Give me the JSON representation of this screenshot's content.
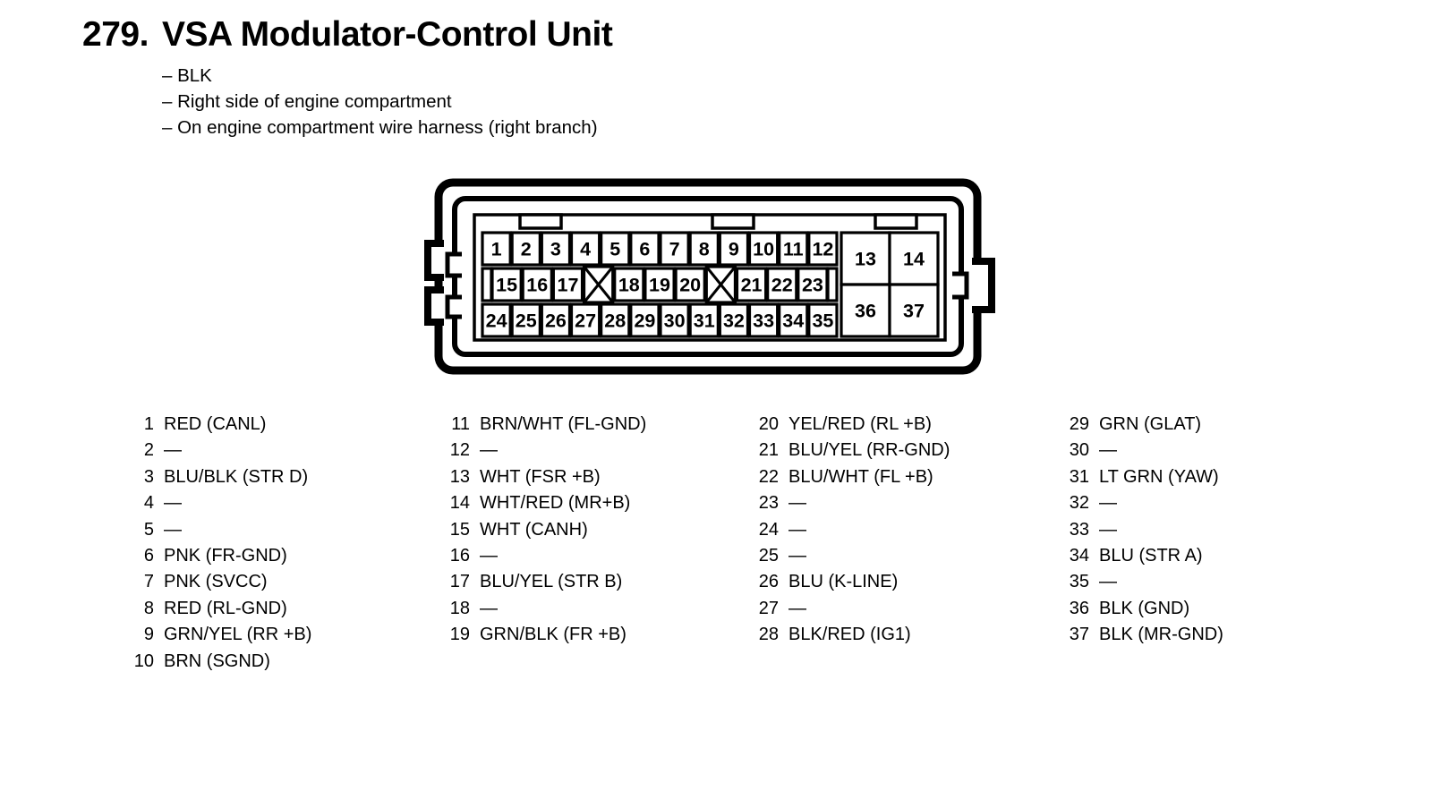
{
  "page": {
    "number": "279.",
    "title": "VSA Modulator-Control Unit",
    "notes": [
      "– BLK",
      "– Right side of engine compartment",
      "– On engine compartment wire harness (right branch)"
    ]
  },
  "connector": {
    "description": "37-pin connector face view, blocked cavities marked with X",
    "row1": [
      "1",
      "2",
      "3",
      "4",
      "5",
      "6",
      "7",
      "8",
      "9",
      "10",
      "11",
      "12"
    ],
    "row2": [
      "15",
      "16",
      "17",
      null,
      "18",
      "19",
      "20",
      null,
      "21",
      "22",
      "23"
    ],
    "row3": [
      "24",
      "25",
      "26",
      "27",
      "28",
      "29",
      "30",
      "31",
      "32",
      "33",
      "34",
      "35"
    ],
    "right_top": [
      "13",
      "14"
    ],
    "right_bottom": [
      "36",
      "37"
    ]
  },
  "legend": {
    "columns": [
      {
        "entries": [
          {
            "pin": "1",
            "label": "RED (CANL)"
          },
          {
            "pin": "2",
            "label": "—"
          },
          {
            "pin": "3",
            "label": "BLU/BLK (STR D)"
          },
          {
            "pin": "4",
            "label": "—"
          },
          {
            "pin": "5",
            "label": "—"
          },
          {
            "pin": "6",
            "label": "PNK (FR-GND)"
          },
          {
            "pin": "7",
            "label": "PNK (SVCC)"
          },
          {
            "pin": "8",
            "label": "RED (RL-GND)"
          },
          {
            "pin": "9",
            "label": "GRN/YEL (RR +B)"
          },
          {
            "pin": "10",
            "label": "BRN (SGND)"
          }
        ]
      },
      {
        "entries": [
          {
            "pin": "11",
            "label": "BRN/WHT (FL-GND)"
          },
          {
            "pin": "12",
            "label": "—"
          },
          {
            "pin": "13",
            "label": "WHT (FSR +B)"
          },
          {
            "pin": "14",
            "label": "WHT/RED (MR+B)"
          },
          {
            "pin": "15",
            "label": "WHT (CANH)"
          },
          {
            "pin": "16",
            "label": "—"
          },
          {
            "pin": "17",
            "label": "BLU/YEL (STR B)"
          },
          {
            "pin": "18",
            "label": "—"
          },
          {
            "pin": "19",
            "label": "GRN/BLK (FR +B)"
          }
        ]
      },
      {
        "entries": [
          {
            "pin": "20",
            "label": "YEL/RED (RL +B)"
          },
          {
            "pin": "21",
            "label": "BLU/YEL (RR-GND)"
          },
          {
            "pin": "22",
            "label": "BLU/WHT (FL +B)"
          },
          {
            "pin": "23",
            "label": "—"
          },
          {
            "pin": "24",
            "label": "—"
          },
          {
            "pin": "25",
            "label": "—"
          },
          {
            "pin": "26",
            "label": "BLU (K-LINE)"
          },
          {
            "pin": "27",
            "label": "—"
          },
          {
            "pin": "28",
            "label": "BLK/RED (IG1)"
          }
        ]
      },
      {
        "entries": [
          {
            "pin": "29",
            "label": "GRN (GLAT)"
          },
          {
            "pin": "30",
            "label": "—"
          },
          {
            "pin": "31",
            "label": "LT GRN (YAW)"
          },
          {
            "pin": "32",
            "label": "—"
          },
          {
            "pin": "33",
            "label": "—"
          },
          {
            "pin": "34",
            "label": "BLU (STR A)"
          },
          {
            "pin": "35",
            "label": "—"
          },
          {
            "pin": "36",
            "label": "BLK (GND)"
          },
          {
            "pin": "37",
            "label": "BLK (MR-GND)"
          }
        ]
      }
    ]
  },
  "colors": {
    "ink": "#000000",
    "paper": "#ffffff"
  }
}
